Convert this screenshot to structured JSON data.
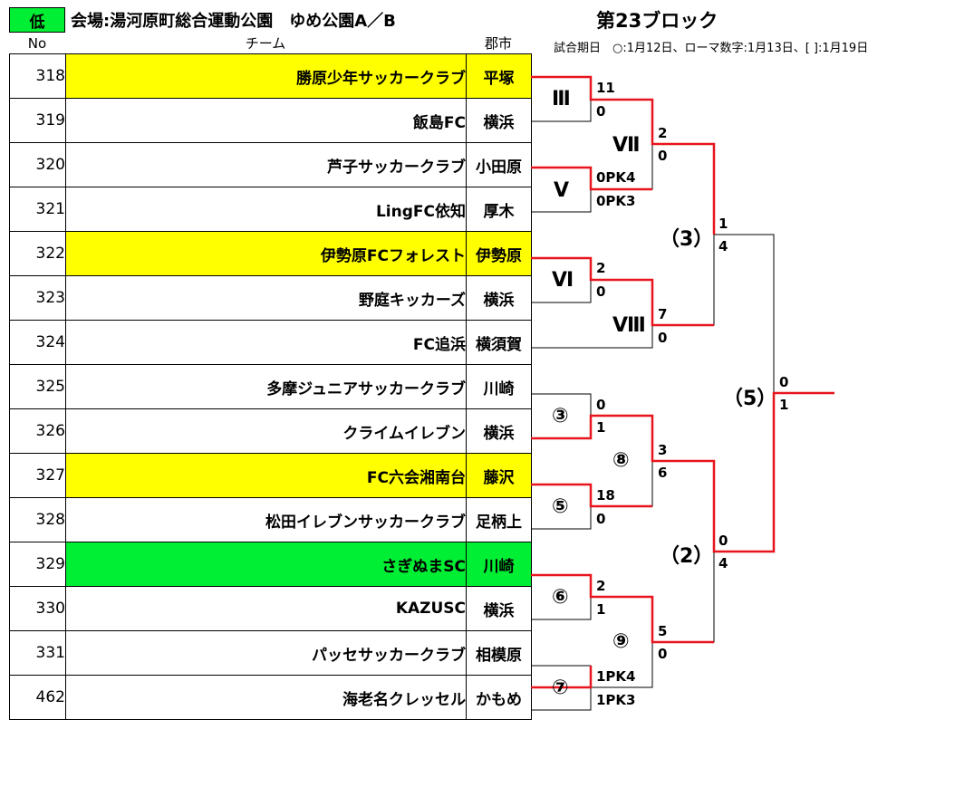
{
  "header": {
    "level": "低",
    "venue": "会場:湯河原町総合運動公園　ゆめ公園A／B",
    "block_title": "第23ブロック",
    "legend": "試合期日　○:1月12日、ローマ数字:1月13日、[ ]:1月19日"
  },
  "columns": {
    "no": "No",
    "team": "チーム",
    "city": "郡市"
  },
  "colors": {
    "yellow": "#ffff00",
    "green": "#00ee33",
    "winner_line": "#e8141e"
  },
  "teams": [
    {
      "no": "318",
      "name": "勝原少年サッカークラブ",
      "city": "平塚",
      "hl": "yellow"
    },
    {
      "no": "319",
      "name": "飯島FC",
      "city": "横浜",
      "hl": ""
    },
    {
      "no": "320",
      "name": "芦子サッカークラブ",
      "city": "小田原",
      "hl": ""
    },
    {
      "no": "321",
      "name": "LingFC依知",
      "city": "厚木",
      "hl": ""
    },
    {
      "no": "322",
      "name": "伊勢原FCフォレスト",
      "city": "伊勢原",
      "hl": "yellow"
    },
    {
      "no": "323",
      "name": "野庭キッカーズ",
      "city": "横浜",
      "hl": ""
    },
    {
      "no": "324",
      "name": "FC追浜",
      "city": "横須賀",
      "hl": ""
    },
    {
      "no": "325",
      "name": "多摩ジュニアサッカークラブ",
      "city": "川崎",
      "hl": ""
    },
    {
      "no": "326",
      "name": "クライムイレブン",
      "city": "横浜",
      "hl": ""
    },
    {
      "no": "327",
      "name": "FC六会湘南台",
      "city": "藤沢",
      "hl": "yellow"
    },
    {
      "no": "328",
      "name": "松田イレブンサッカークラブ",
      "city": "足柄上",
      "hl": ""
    },
    {
      "no": "329",
      "name": "さぎぬまSC",
      "city": "川崎",
      "hl": "green"
    },
    {
      "no": "330",
      "name": "KAZUSC",
      "city": "横浜",
      "hl": ""
    },
    {
      "no": "331",
      "name": "パッセサッカークラブ",
      "city": "相模原",
      "hl": ""
    },
    {
      "no": "462",
      "name": "海老名クレッセル",
      "city": "かもめ",
      "hl": ""
    }
  ],
  "matches": {
    "m3": "Ⅲ",
    "m5": "Ⅴ",
    "m6": "Ⅵ",
    "m7": "Ⅶ",
    "m8": "Ⅷ",
    "q3": "③",
    "q5": "⑤",
    "q6": "⑥",
    "q7": "⑦",
    "q8": "⑧",
    "q9": "⑨",
    "s3": "（3）",
    "s2": "（2）",
    "f5": "（5）"
  },
  "scores": {
    "m3_top": "11",
    "m3_bot": "0",
    "m5_top": "0PK4",
    "m5_bot": "0PK3",
    "m7_top": "2",
    "m7_bot": "0",
    "m6_top": "2",
    "m6_bot": "0",
    "m8_top": "7",
    "m8_bot": "0",
    "s3_top": "1",
    "s3_bot": "4",
    "q3_top": "0",
    "q3_bot": "1",
    "q5_top": "18",
    "q5_bot": "0",
    "q8_top": "3",
    "q8_bot": "6",
    "q6_top": "2",
    "q6_bot": "1",
    "q7_top": "1PK4",
    "q7_bot": "1PK3",
    "q9_top": "5",
    "q9_bot": "0",
    "s2_top": "0",
    "s2_bot": "4",
    "f_top": "0",
    "f_bot": "1"
  }
}
